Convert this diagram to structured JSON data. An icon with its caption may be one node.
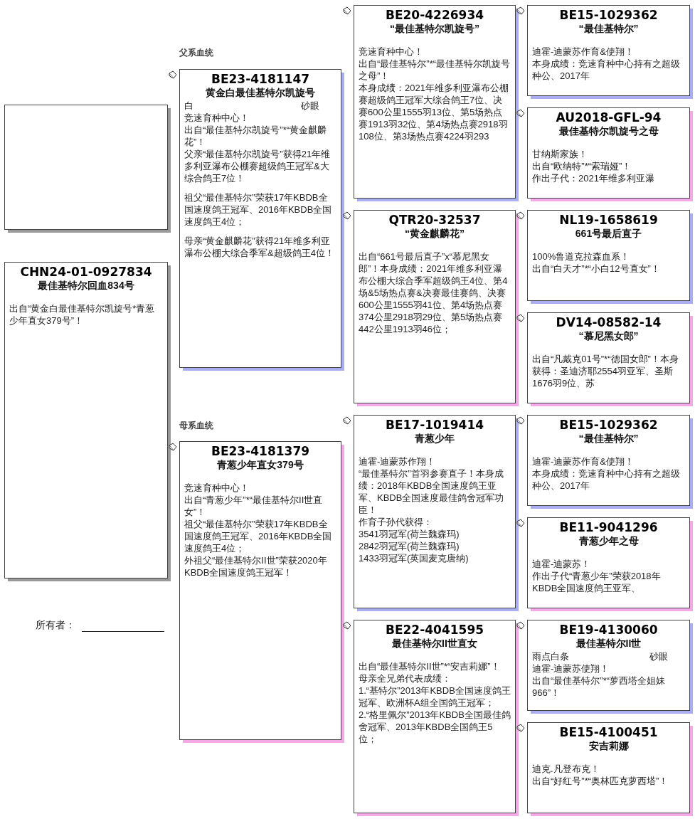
{
  "diagram": {
    "nodes": [
      {
        "text": [],
        "shape": "box"
      },
      {
        "text": [
          "CHN24-01-0927834",
          "最佳基特尔回血834号",
          "出自“黄金白最佳基特尔凯旋号*青葱少年直女379号”！"
        ]
      },
      {
        "text": [
          "BE23-4181147",
          "黄金白最佳基特尔凯旋号",
          "白",
          "砂眼",
          "竞速育种中心！",
          "出自“最佳基特尔凯旋号”*“黄金麒麟花”！",
          "父亲“最佳基特尔凯旋号”获得21年维多利亚瀑布公棚赛超级鸽王冠军&大综合鸽王7位！",
          "祖父“最佳基特尔”荣获17年KBDB全国速度鸽王冠军、2016年KBDB全国速度鸽王4位；",
          "母亲“黄金麒麟花”获得21年维多利亚瀑布公棚大综合季军&超级鸽王4位！"
        ]
      },
      {
        "text": [
          "BE20-4226934",
          "“最佳基特尔凯旋号”",
          "竞速育种中心！",
          "出自“最佳基特尔”*“最佳基特尔凯旋号之母”！",
          "本身成绩：2021年维多利亚瀑布公棚赛超级鸽王冠军大综合鸽王7位、决赛600公里1555羽13位、第5场热点赛1913羽32位、第4场热点赛2918羽108位、第3场热点赛4224羽293"
        ]
      },
      {
        "text": [
          "BE15-1029362",
          "“最佳基特尔”",
          "迪霍-迪蒙苏作育&使翔！",
          "本身成绩：竞速育种中心持有之超级种公、2017年"
        ]
      },
      {
        "text": [
          "AU2018-GFL-94",
          "最佳基特尔凯旋号之母",
          "甘纳斯家族！",
          "出自“欧纳特”*“索瑞娅”！",
          "作出子代：2021年维多利亚瀑"
        ]
      },
      {
        "text": [
          "QTR20-32537",
          "“黄金麒麟花”",
          "出自“661号最后直子”x“慕尼黑女郎”！本身成绩：2021年维多利亚瀑布公棚大综合季军超级鸽王4位、第4场&5场热点赛&决赛最佳赛鸽、决赛600公里1555羽41位、第4场热点赛374公里2918羽29位、第5场热点赛442公里1913羽46位；"
        ]
      },
      {
        "text": [
          "NL19-1658619",
          "661号最后直子",
          "100%鲁道克拉森血系！",
          "出自“白天才”*“小白12号直女”！"
        ]
      },
      {
        "text": [
          "DV14-08582-14",
          "“慕尼黑女郎”",
          "出自“凡戴克01号”*“德国女郎”！本身获得：圣迪济耶2554羽亚军、圣斯1676羽9位、苏"
        ]
      },
      {
        "text": [
          "BE23-4181379",
          "青葱少年直女379号",
          "竞速育种中心！",
          "出自“青葱少年”*“最佳基特尔II世直女”！",
          "祖父“最佳基特尔”荣获17年KBDB全国速度鸽王冠军、2016年KBDB全国速度鸽王4位；",
          "外祖父“最佳基特尔II世”荣获2020年KBDB全国速度鸽王冠军！"
        ]
      },
      {
        "text": [
          "BE17-1019414",
          "青葱少年",
          "迪霍-迪蒙苏作翔！",
          "“最佳基特尔”首羽参赛直子！本身成绩：2018年KBDB全国速度鸽王亚军、KBDB全国速度最佳鸽舍冠军功臣！",
          "作育子孙代获得：",
          "3541羽冠军(荷兰魏森玛)",
          "2842羽冠军(荷兰魏森玛)",
          "1433羽冠军(英国麦克唐纳)"
        ]
      },
      {
        "text": [
          "BE15-1029362",
          "“最佳基特尔”",
          "迪霍-迪蒙苏作育&使翔！",
          "本身成绩：竞速育种中心持有之超级种公、2017年"
        ]
      },
      {
        "text": [
          "BE11-9041296",
          "青葱少年之母",
          "迪霍-迪蒙苏！",
          "作出子代“青葱少年”荣获2018年KBDB全国速度鸽王亚军、"
        ]
      },
      {
        "text": [
          "BE22-4041595",
          "最佳基特尔II世直女",
          "出自“最佳基特尔II世”*“安吉莉娜”！",
          "母亲全兄弟代表成绩：",
          "1.“基特尔”2013年KBDB全国速度鸽王冠军、欧洲杯A组全国鸽王冠军；",
          "2.“格里佩尔”2013年KBDB全国最佳鸽舍冠军、2013年KBDB全国鸽王5位；"
        ]
      },
      {
        "text": [
          "BE19-4130060",
          "最佳基特尔II世",
          "雨点白条",
          "砂眼",
          "迪霍-迪蒙苏使翔！",
          "出自“最佳基特尔”*“萝西塔全姐妹966”！"
        ]
      },
      {
        "text": [
          "BE15-4100451",
          "安吉莉娜",
          "迪克.凡登布克！",
          "出自“好红号”*“奥林匹克萝西塔”！"
        ]
      }
    ],
    "labels": [
      "父系血统",
      "母系血统",
      "所有者："
    ]
  }
}
